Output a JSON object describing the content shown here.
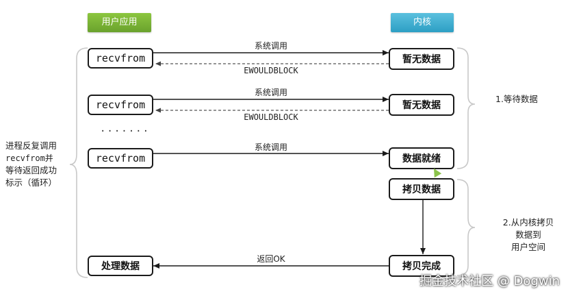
{
  "headers": {
    "user": "用户应用",
    "kernel": "内核"
  },
  "user_boxes": [
    "recvfrom",
    "recvfrom",
    "recvfrom",
    "处理数据"
  ],
  "kernel_boxes": [
    "暂无数据",
    "暂无数据",
    "数据就绪",
    "拷贝数据",
    "拷贝完成"
  ],
  "arrow_labels": {
    "syscall_1": "系统调用",
    "ewould_1": "EWOULDBLOCK",
    "syscall_2": "系统调用",
    "ewould_2": "EWOULDBLOCK",
    "syscall_3": "系统调用",
    "return_ok": "返回OK"
  },
  "ellipsis": ".......",
  "left_note": [
    "进程反复调用",
    "recvfrom并",
    "等待返回成功",
    "标示（循环）"
  ],
  "phase_1": "1.等待数据",
  "phase_2": [
    "2.从内核拷贝",
    "数据到",
    "用户空间"
  ],
  "watermark": "掘金技术社区 @ Dogwin"
}
